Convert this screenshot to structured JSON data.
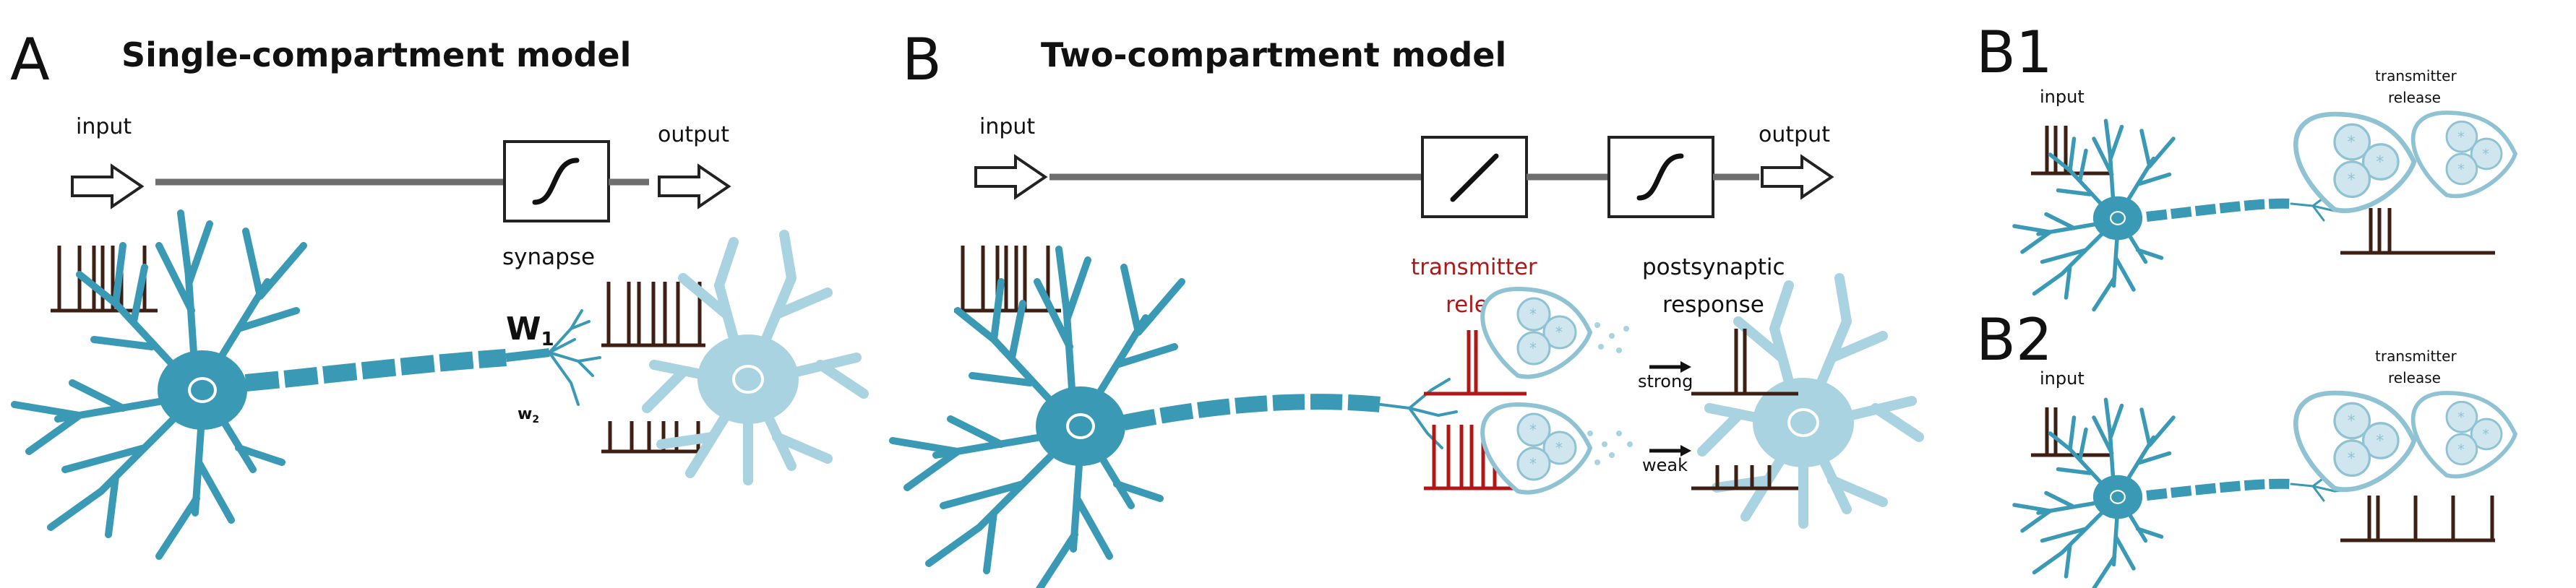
{
  "panels": {
    "A": {
      "letter": "A",
      "title": "Single-compartment model",
      "input": "input",
      "output": "output",
      "synapse": "synapse",
      "w1": "W",
      "w1_sub": "1",
      "w2": "w",
      "w2_sub": "2"
    },
    "B": {
      "letter": "B",
      "title": "Two-compartment model",
      "input": "input",
      "output": "output",
      "transmitter_release": [
        "transmitter",
        "release"
      ],
      "postsynaptic_response": [
        "postsynaptic",
        "response"
      ],
      "strong": "strong",
      "weak": "weak"
    },
    "B1": {
      "letter": "B1",
      "input": "input",
      "transmitter_release": [
        "transmitter",
        "release"
      ]
    },
    "B2": {
      "letter": "B2",
      "input": "input",
      "transmitter_release": [
        "transmitter",
        "release"
      ]
    }
  },
  "colors": {
    "neuron": "#3a9ab5",
    "neuron_light": "#a9d3e0",
    "vesicle": "#cfe6ef",
    "spike": "#3d1f14",
    "spike_red": "#b01818",
    "line": "#6e6e6e",
    "text": "#111111"
  }
}
